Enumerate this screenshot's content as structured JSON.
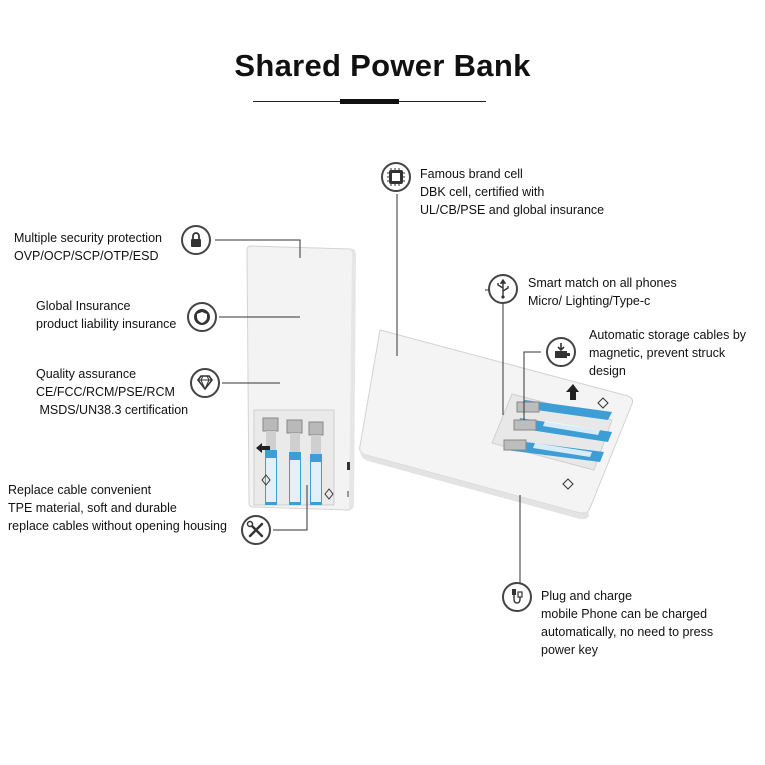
{
  "title": "Shared Power Bank",
  "features": {
    "security": {
      "lines": [
        "Multiple security protection",
        "OVP/OCP/SCP/OTP/ESD"
      ],
      "icon": "lock-icon"
    },
    "insurance": {
      "lines": [
        "Global Insurance",
        "product liability insurance"
      ],
      "icon": "shield-icon"
    },
    "quality": {
      "lines": [
        "Quality assurance",
        "CE/FCC/RCM/PSE/RCM",
        " MSDS/UN38.3 certification"
      ],
      "icon": "diamond-icon"
    },
    "cable": {
      "lines": [
        "Replace cable convenient",
        "TPE material, soft and durable",
        "replace cables without opening housing"
      ],
      "icon": "tools-icon"
    },
    "cell": {
      "lines": [
        "Famous brand cell",
        "DBK cell, certified with",
        "UL/CB/PSE and global insurance"
      ],
      "icon": "chip-icon"
    },
    "match": {
      "lines": [
        "Smart match on all phones",
        "Micro/ Lighting/Type-c"
      ],
      "icon": "usb-icon"
    },
    "storage": {
      "lines": [
        "Automatic storage cables by",
        "magnetic, prevent struck",
        "design"
      ],
      "icon": "magnet-icon"
    },
    "charge": {
      "lines": [
        "Plug and charge",
        "mobile Phone can be charged",
        "automatically, no need to press",
        "power key"
      ],
      "icon": "plug-icon"
    }
  },
  "colors": {
    "cable_blue": "#3d9ed6",
    "body_white": "#f4f4f4",
    "icon_gray": "#444444"
  }
}
